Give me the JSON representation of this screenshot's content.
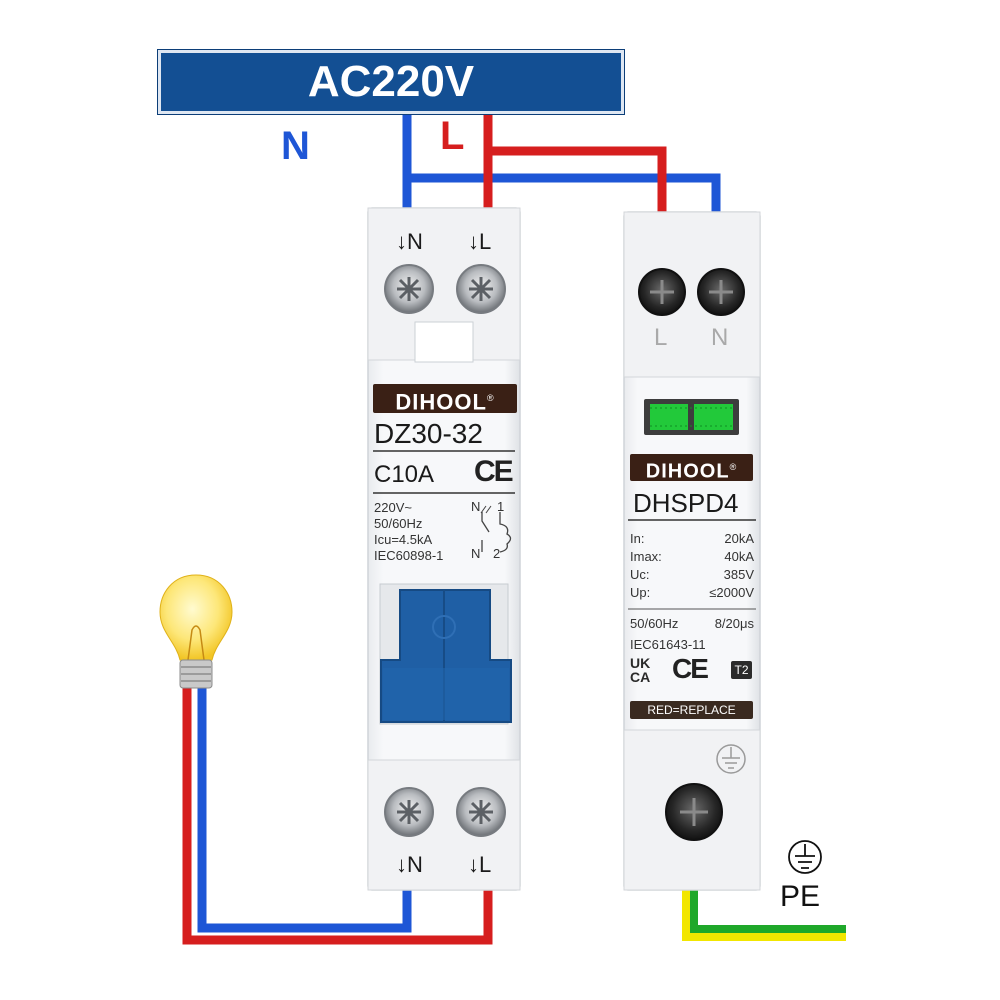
{
  "supply": {
    "label": "AC220V"
  },
  "wire_labels": {
    "neutral": "N",
    "live": "L"
  },
  "breaker": {
    "top_terminals": [
      "↓N",
      "↓L"
    ],
    "bottom_terminals": [
      "↓N",
      "↓L"
    ],
    "brand": "DIHOOL",
    "brand_mark": "®",
    "model": "DZ30-32",
    "rating": "C10A",
    "ce_mark": "CE",
    "specs": [
      "220V~",
      "50/60Hz",
      "Icu=4.5kA",
      "IEC60898-1"
    ],
    "schematic_labels": {
      "top_n": "N",
      "top_1": "1",
      "bottom_n": "N",
      "bottom_2": "2"
    }
  },
  "spd": {
    "terminals": [
      "L",
      "N"
    ],
    "brand": "DIHOOL",
    "brand_mark": "®",
    "model": "DHSPD4",
    "specs": [
      {
        "label": "In:",
        "value": "20kA"
      },
      {
        "label": "Imax:",
        "value": "40kA"
      },
      {
        "label": "Uc:",
        "value": "385V"
      },
      {
        "label": "Up:",
        "value": "≤2000V"
      }
    ],
    "frequency": "50/60Hz",
    "waveform": "8/20μs",
    "standard": "IEC61643-11",
    "ukca_top": "UK",
    "ukca_bottom": "CA",
    "ce_mark": "CE",
    "type_badge": "T2",
    "replace_note": "RED=REPLACE"
  },
  "ground": {
    "label": "PE"
  },
  "colors": {
    "neutral_wire": "#1e56d6",
    "live_wire": "#d61e1e",
    "earth_green": "#1fa82a",
    "earth_yellow": "#f2e600",
    "banner": "#134f93",
    "brand_badge": "#3a2015",
    "breaker_handle": "#1f5fa5",
    "indicator_green": "#22c93a"
  },
  "icons": [
    "light-bulb-icon",
    "earth-ground-icon"
  ]
}
